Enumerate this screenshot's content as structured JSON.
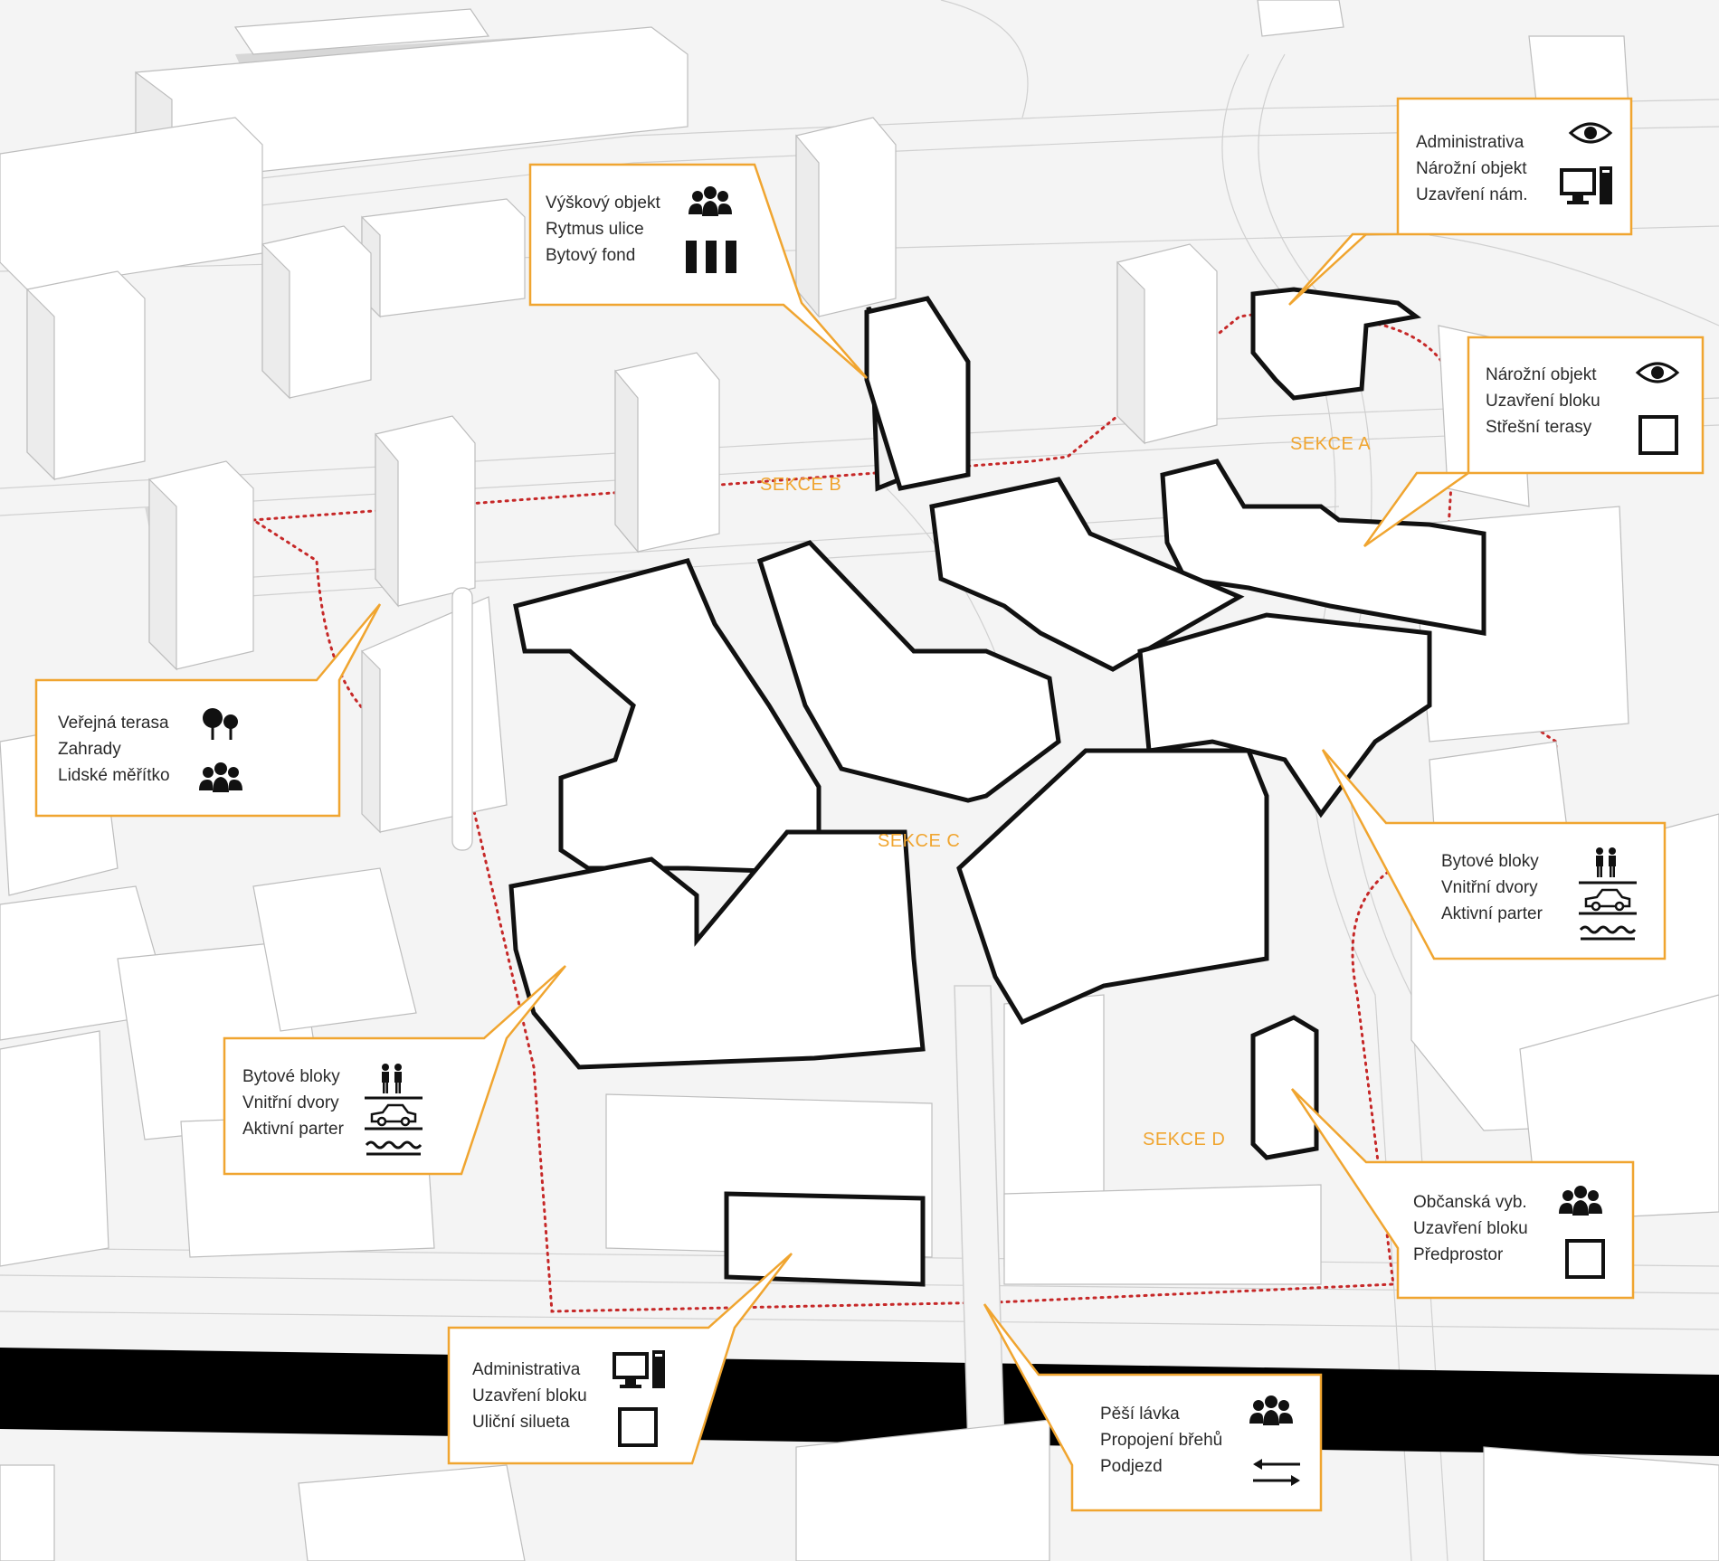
{
  "sections": {
    "a": "SEKCE A",
    "b": "SEKCE B",
    "c": "SEKCE C",
    "d": "SEKCE D"
  },
  "callouts": {
    "tall": {
      "lines": [
        "Výškový objekt",
        "Rytmus ulice",
        "Bytový fond"
      ],
      "icons": [
        "people-icon",
        "bars-icon"
      ]
    },
    "admin_ne": {
      "lines": [
        "Administrativa",
        "Nárožní objekt",
        "Uzavření nám."
      ],
      "icons": [
        "eye-icon",
        "computer-icon"
      ]
    },
    "corner_e": {
      "lines": [
        "Nárožní objekt",
        "Uzavření bloku",
        "Střešní terasy"
      ],
      "icons": [
        "eye-icon",
        "square-icon"
      ]
    },
    "terrace_w": {
      "lines": [
        "Veřejná terasa",
        "Zahrady",
        "Lidské měřítko"
      ],
      "icons": [
        "trees-icon",
        "people-icon"
      ]
    },
    "housing_e": {
      "lines": [
        "Bytové bloky",
        "Vnitřní dvory",
        "Aktivní parter"
      ],
      "icons": [
        "couple-icon",
        "car-icon",
        "water-icon"
      ]
    },
    "housing_w": {
      "lines": [
        "Bytové bloky",
        "Vnitřní dvory",
        "Aktivní parter"
      ],
      "icons": [
        "couple-icon",
        "car-icon",
        "water-icon"
      ]
    },
    "civic_se": {
      "lines": [
        "Občanská vyb.",
        "Uzavření bloku",
        "Předprostor"
      ],
      "icons": [
        "people-icon",
        "square-icon"
      ]
    },
    "admin_s": {
      "lines": [
        "Administrativa",
        "Uzavření bloku",
        "Uliční silueta"
      ],
      "icons": [
        "computer-icon",
        "square-icon"
      ]
    },
    "bridge": {
      "lines": [
        "Pěší lávka",
        "Propojení břehů",
        "Podjezd"
      ],
      "icons": [
        "people-icon",
        "arrows-icon"
      ]
    }
  },
  "colors": {
    "accent": "#f0a530",
    "route": "#c62828",
    "highlight_outline": "#111111",
    "river": "#000000",
    "background": "#f4f4f4"
  }
}
